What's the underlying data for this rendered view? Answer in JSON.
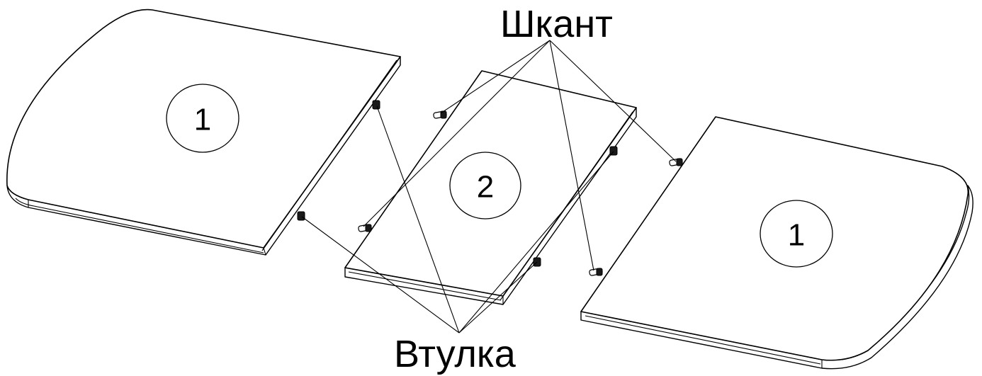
{
  "labels": {
    "dowel": "Шкант",
    "sleeve": "Втулка"
  },
  "parts": [
    {
      "id": "left-leaf",
      "number": "1"
    },
    {
      "id": "center-insert",
      "number": "2"
    },
    {
      "id": "right-leaf",
      "number": "1"
    }
  ]
}
